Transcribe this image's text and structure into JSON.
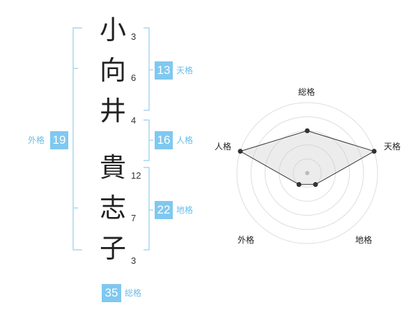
{
  "name": {
    "chars": [
      {
        "char": "小",
        "strokes": "3"
      },
      {
        "char": "向",
        "strokes": "6"
      },
      {
        "char": "井",
        "strokes": "4"
      },
      {
        "char": "貴",
        "strokes": "12"
      },
      {
        "char": "志",
        "strokes": "7"
      },
      {
        "char": "子",
        "strokes": "3"
      }
    ]
  },
  "fortunes": {
    "tenkaku": {
      "value": "13",
      "label": "天格"
    },
    "jinkaku": {
      "value": "16",
      "label": "人格"
    },
    "chikaku": {
      "value": "22",
      "label": "地格"
    },
    "gaikaku": {
      "value": "19",
      "label": "外格"
    },
    "soukaku": {
      "value": "35",
      "label": "総格"
    }
  },
  "colors": {
    "accent": "#7fc8f0",
    "bracket": "#a6d7f2"
  },
  "chart_data": {
    "type": "radar",
    "axes": [
      "総格",
      "天格",
      "地格",
      "外格",
      "人格"
    ],
    "values": [
      3,
      5,
      1,
      1,
      5
    ],
    "range": [
      0,
      5
    ],
    "rings": 5
  }
}
